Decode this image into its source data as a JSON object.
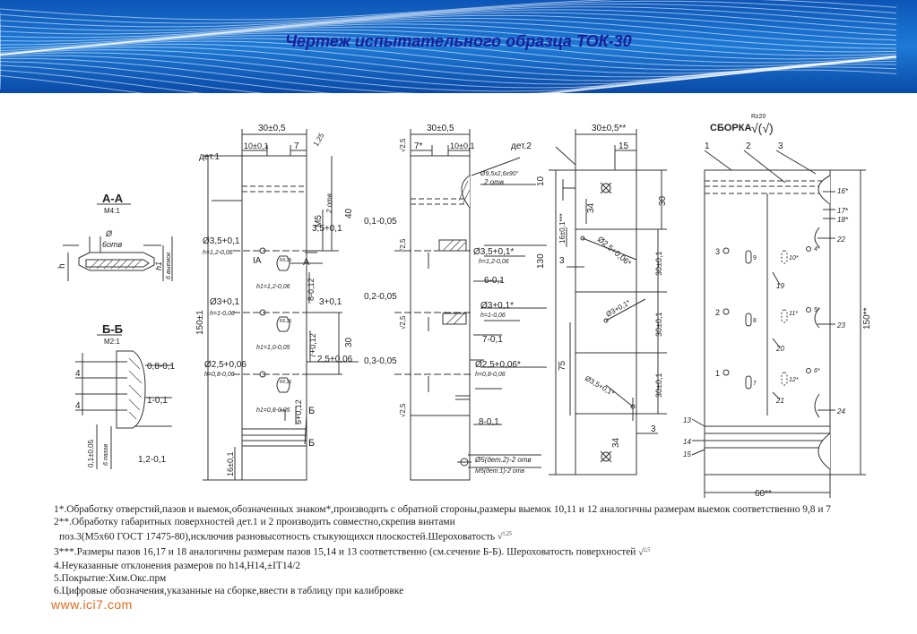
{
  "title": "Чертеж испытательного образца ТОК-30",
  "section_aa": {
    "label": "А-А",
    "scale": "М4:1",
    "d_sym": "Ø",
    "d_label": "6отв",
    "h": "h",
    "h1": "h1",
    "bot": "6 выемок"
  },
  "section_bb": {
    "label": "Б-Б",
    "scale": "М2:1",
    "d1": "0,8-0,1",
    "d2": "1-0,1",
    "d3": "1,2-0,1",
    "v4a": "4",
    "v4b": "4",
    "v01": "0,1±0,05",
    "paz": "6 пазов"
  },
  "det1": {
    "name": "дет.1",
    "w": "30±0,5",
    "w10": "10±0,1",
    "w7": "7",
    "r125": "1,25",
    "r5": "M5",
    "r5b": "2 отв",
    "d1": "Ø3,5+0,1",
    "d1h": "h=1,2-0,06",
    "d2": "Ø3+0,1",
    "d2h": "h=1-0,06",
    "d3": "Ø2,5+0,06",
    "d3h": "h=0,8-0,06",
    "ia": "IA",
    "a": "A",
    "b": "Б",
    "b2": "Б",
    "h1a": "h1=1,2-0,06",
    "h1b": "h1=1,0-0,05",
    "h1c": "h1=0,8-0,05",
    "l150": "150±1",
    "l40": "40",
    "l35": "3,5+0,1",
    "l8": "8-0,12",
    "l3": "3+0,1",
    "l7": "7+0,12",
    "l30": "30",
    "l25": "2,5+0,06",
    "l6": "6+0,12",
    "l16": "16±0,1",
    "r0": "R0,25"
  },
  "det2": {
    "name": "дет.2",
    "w": "30±0,5",
    "w7": "7*",
    "w10": "10±0,1",
    "c1": "Ø9,5x2,6x90°",
    "c1b": "2 отв",
    "r1": "0,1-0,05",
    "r2": "0,2-0,05",
    "r3": "0,3-0,05",
    "d1": "Ø3,5+0,1*",
    "d1h": "h=1,2-0,06",
    "d2": "Ø3+0,1*",
    "d2h": "h=1-0,06",
    "d3": "Ø2,5+0,06*",
    "d3h": "h=0,8-0,06",
    "l6": "6-0,1",
    "l7": "7-0,1",
    "l8": "8-0,1",
    "p1": "Ø5(дет.2)-2 отв",
    "p2": "M5(дет.1)-2 отв",
    "v25": "√2,5"
  },
  "det3": {
    "w": "30±0,5**",
    "w15": "15",
    "l10": "10",
    "l34": "34",
    "l16": "16±0,1***",
    "l130": "130",
    "l3": "3",
    "l75": "75",
    "l30a": "30",
    "l30b": "30±0,1",
    "l30c": "30±0,1",
    "l30d": "30±0,1",
    "d1": "Ø2,5+0,06*",
    "d2": "Ø3+0,1*",
    "d3": "Ø3,5+0,1*",
    "l3b": "3",
    "l34b": "34"
  },
  "assembly": {
    "label": "СБОРКА",
    "rz": "Rz20",
    "n1": "1",
    "n2": "2",
    "n3": "3",
    "w": "60**",
    "h": "150**",
    "c16": "16*",
    "c17": "17*",
    "c18": "18*",
    "c22": "22",
    "c23": "23",
    "c24": "24",
    "c19": "19",
    "c20": "20",
    "c21": "21",
    "c13": "13",
    "c14": "14",
    "c15": "15",
    "k3": "3",
    "k2": "2",
    "k1": "1",
    "k9": "9",
    "k8": "8",
    "k7": "7",
    "k10": "10*",
    "k11": "11*",
    "k12": "12*",
    "k4": "4*",
    "k5": "5*",
    "k6": "6*"
  },
  "notes": [
    "1*.Обработку отверстий,пазов и выемок,обозначенных знаком*,производить с обратной стороны,размеры выемок 10,11 и 12 аналогичны размерам выемок соответственно 9,8 и 7",
    "2**.Обработку габаритных поверхностей дет.1 и 2 производить совместно,скрепив винтами",
    "поз.3(М5х60 ГОСТ 17475-80),исключив разновысотность стыкующихся плоскостей.Шероховатость",
    "3***.Размеры пазов 16,17 и 18 аналогичны размерам пазов 15,14 и 13 соответственно (см.сечение Б-Б). Шероховатость поверхностей",
    "4.Неуказанные отклонения размеров по h14,H14,±IT14/2",
    "5.Покрытие:Хим.Окс.прм",
    "6.Цифровые обозначения,указанные на сборке,ввести в таблицу при калибровке"
  ],
  "roughness_1": "1,25",
  "roughness_2": "2,5",
  "website": "www.ici7.com"
}
